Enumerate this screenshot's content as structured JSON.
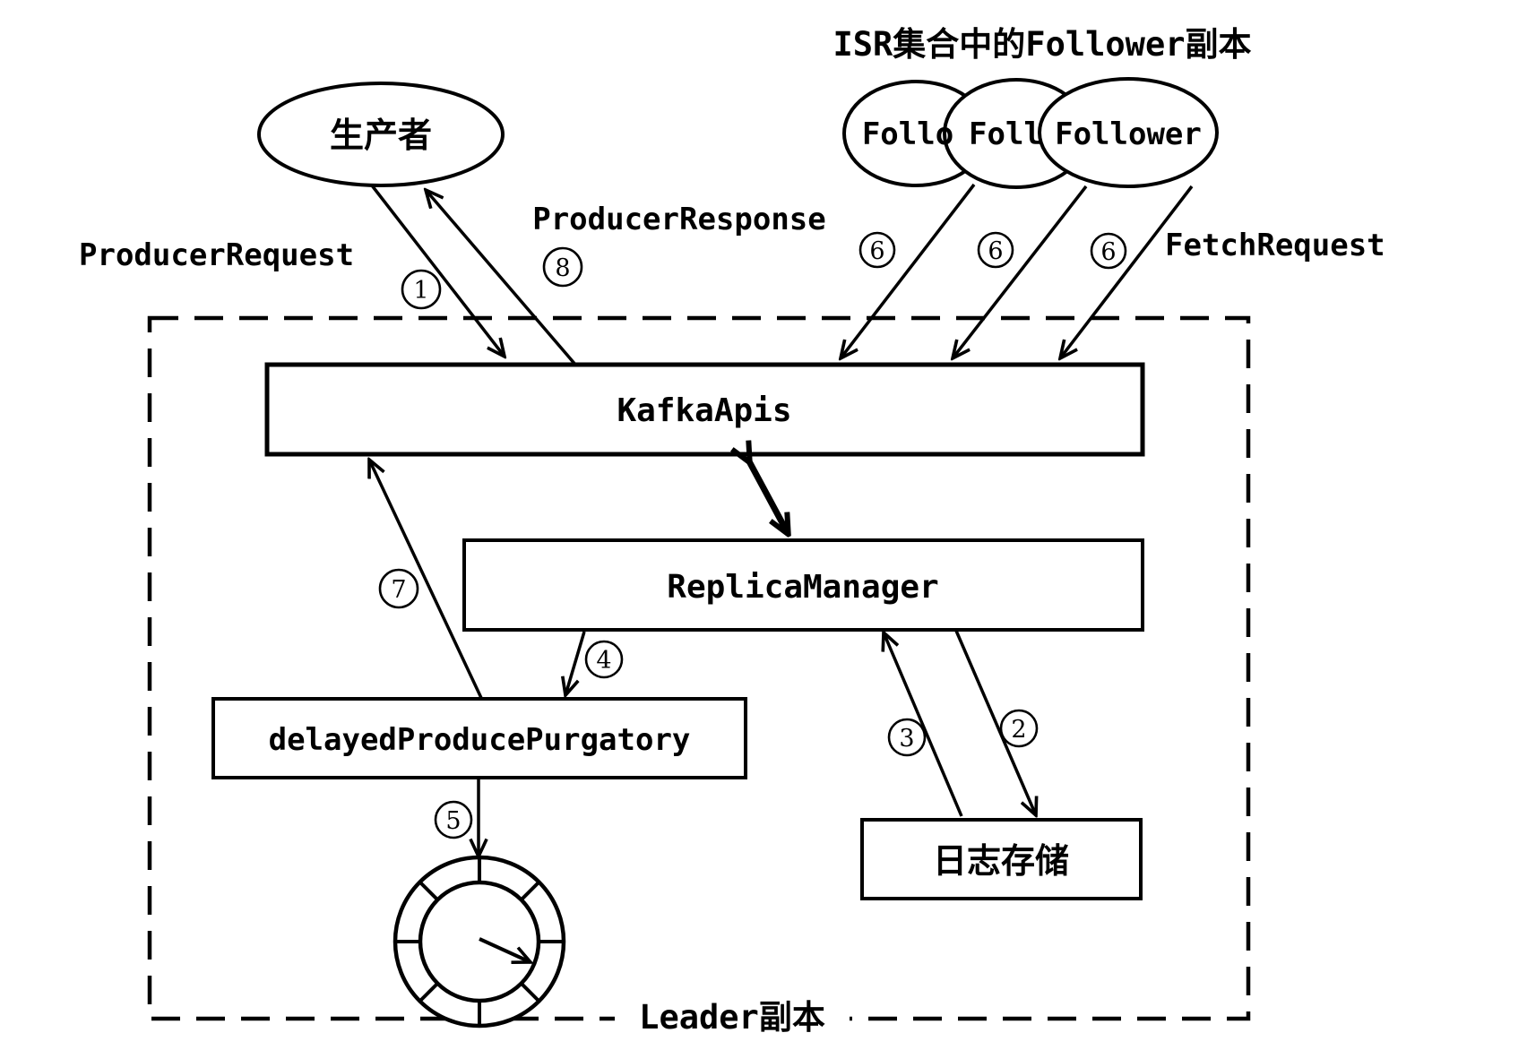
{
  "page": {
    "background": "#ffffff",
    "ink": "#000000"
  },
  "title": {
    "isr_followers": "ISR集合中的Follower副本"
  },
  "nodes": {
    "producer": "生产者",
    "follower_1": "Follo",
    "follower_2": "Foll",
    "follower_3": "Follower",
    "kafka_apis": "KafkaApis",
    "replica_manager": "ReplicaManager",
    "delayed_produce_purgatory": "delayedProducePurgatory",
    "log_storage": "日志存储"
  },
  "boundary": {
    "label": "Leader副本"
  },
  "edge_labels": {
    "producer_request": "ProducerRequest",
    "producer_response": "ProducerResponse",
    "fetch_request": "FetchRequest"
  },
  "steps": {
    "producer_request": "1",
    "write_to_log": "2",
    "read_from_log": "3",
    "to_purgatory": "4",
    "to_timer": "5",
    "fetch_1": "6",
    "fetch_2": "6",
    "fetch_3": "6",
    "purgatory_complete": "7",
    "producer_response": "8"
  }
}
